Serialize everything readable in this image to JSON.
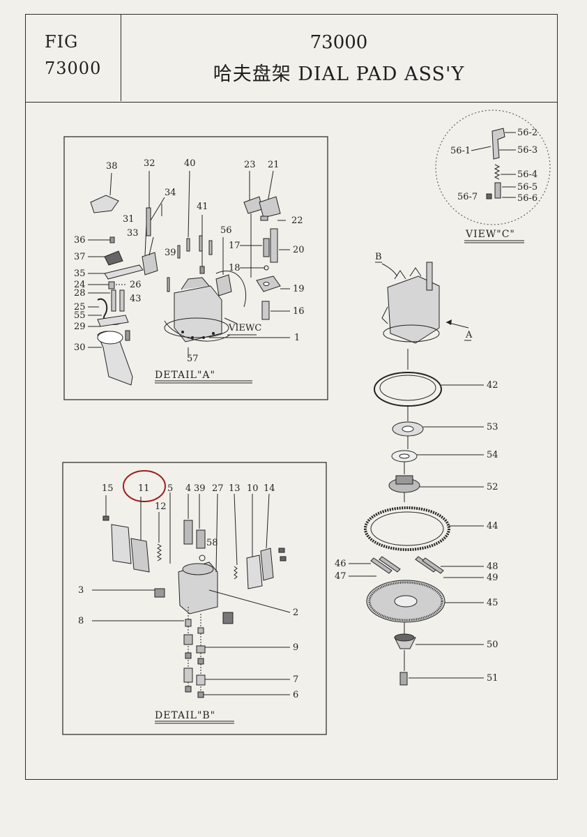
{
  "header": {
    "fig_label": "FIG",
    "fig_number": "73000",
    "title_number": "73000",
    "title_text": "哈夫盘架 DIAL PAD ASS'Y"
  },
  "detail_a": {
    "caption": "DETAIL\"A\"",
    "view_c_ref": "VIEWC",
    "callouts": [
      "38",
      "32",
      "40",
      "23",
      "21",
      "34",
      "41",
      "22",
      "31",
      "33",
      "56",
      "36",
      "37",
      "17",
      "20",
      "39",
      "18",
      "35",
      "24",
      "26",
      "19",
      "28",
      "43",
      "25",
      "16",
      "55",
      "29",
      "1",
      "30",
      "57"
    ]
  },
  "detail_b": {
    "caption": "DETAIL\"B\"",
    "callouts": [
      "15",
      "11",
      "5",
      "4",
      "39",
      "27",
      "13",
      "10",
      "14",
      "12",
      "58",
      "3",
      "2",
      "8",
      "9",
      "7",
      "6"
    ]
  },
  "view_c": {
    "caption": "VIEW\"C\"",
    "callouts": [
      "56-2",
      "56-1",
      "56-3",
      "56-4",
      "56-5",
      "56-7",
      "56-6"
    ]
  },
  "main_assembly": {
    "view_refs": [
      "B",
      "A"
    ],
    "callouts": [
      "42",
      "53",
      "54",
      "52",
      "44",
      "46",
      "48",
      "47",
      "49",
      "45",
      "50",
      "51"
    ]
  },
  "highlight": {
    "circled_callout": "11",
    "color": "#9c1c1c"
  }
}
